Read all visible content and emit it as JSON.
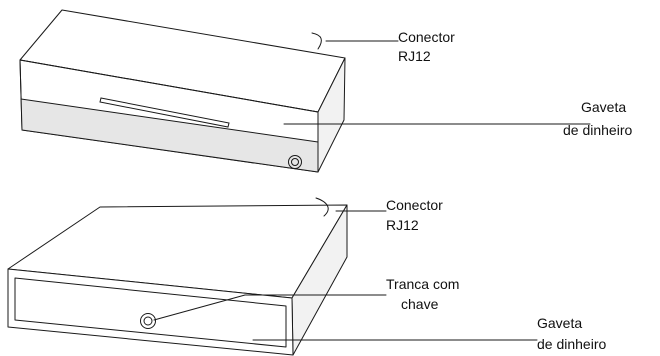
{
  "labels": {
    "top_connector": {
      "line1": "Conector",
      "line2": "RJ12"
    },
    "top_drawer": {
      "line1": "Gaveta",
      "line2": "de dinheiro"
    },
    "bottom_connector": {
      "line1": "Conector",
      "line2": "RJ12"
    },
    "lock": {
      "line1": "Tranca com",
      "line2": "chave"
    },
    "bottom_drawer": {
      "line1": "Gaveta",
      "line2": "de dinheiro"
    }
  },
  "colors": {
    "stroke": "#1a1a1a",
    "background": "#ffffff",
    "band": "#e6e6e6"
  }
}
